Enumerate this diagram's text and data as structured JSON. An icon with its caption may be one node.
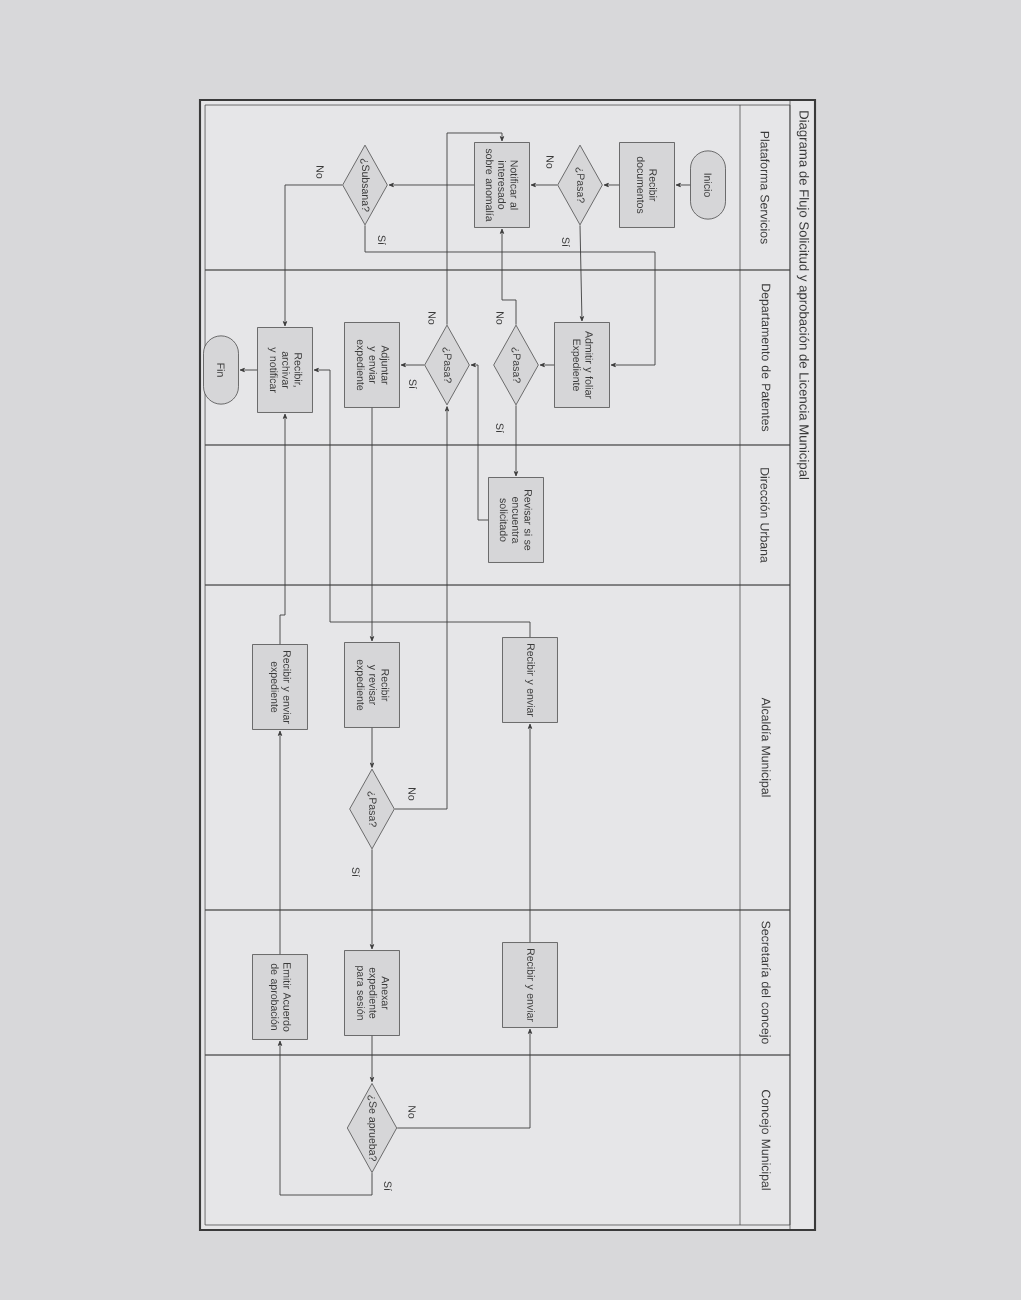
{
  "diagram": {
    "title": "Diagrama de Flujo Solicitud y aprobación de Licencia Municipal",
    "nodes": [
      {
        "text": [
          "Plataforma Servicios"
        ]
      },
      {
        "text": [
          "Departamento de Patentes"
        ]
      },
      {
        "text": [
          "Dirección Urbana"
        ]
      },
      {
        "text": [
          "Alcaldía Municipal"
        ]
      },
      {
        "text": [
          "Secretaría del concejo"
        ]
      },
      {
        "text": [
          "Concejo Municipal"
        ]
      },
      {
        "text": [
          "Inicio"
        ],
        "in": 0
      },
      {
        "text": [
          "Recibir documentos"
        ],
        "in": 0
      },
      {
        "text": [
          "¿Pasa?"
        ],
        "in": 0
      },
      {
        "text": [
          "Notificar al interesado sobre anomalía"
        ],
        "in": 0
      },
      {
        "text": [
          "¿Subsana?"
        ],
        "in": 0
      },
      {
        "text": [
          "Admitir y foliar Expediente"
        ],
        "in": 1
      },
      {
        "text": [
          "¿Pasa?"
        ],
        "in": 1
      },
      {
        "text": [
          "¿Pasa?"
        ],
        "in": 1
      },
      {
        "text": [
          "Adjuntar y enviar expediente"
        ],
        "in": 1
      },
      {
        "text": [
          "Recibir, archivar y notificar"
        ],
        "in": 1
      },
      {
        "text": [
          "Fin"
        ],
        "in": 1
      },
      {
        "text": [
          "Revisar si se encuentra solicitado"
        ],
        "in": 2
      },
      {
        "text": [
          "Recibir y enviar"
        ],
        "in": 3
      },
      {
        "text": [
          "Recibir y revisar expediente"
        ],
        "in": 3
      },
      {
        "text": [
          "¿Pasa?"
        ],
        "in": 3
      },
      {
        "text": [
          "Recibir y enviar expediente"
        ],
        "in": 3
      },
      {
        "text": [
          "Recibir y enviar"
        ],
        "in": 4
      },
      {
        "text": [
          "Anexar expediente para sesión"
        ],
        "in": 4
      },
      {
        "text": [
          "Emitir Acuerdo de aprobación"
        ],
        "in": 4
      },
      {
        "text": [
          "¿Se aprueba?"
        ],
        "in": 5
      }
    ],
    "edges": [
      {
        "from": 6,
        "to": 7,
        "arrow": "to"
      },
      {
        "from": 7,
        "to": 8,
        "arrow": "to"
      },
      {
        "from": 8,
        "to": 9,
        "arrow": "to",
        "label": "No"
      },
      {
        "from": 8,
        "to": 11,
        "arrow": "to",
        "label": "Sí"
      },
      {
        "from": 9,
        "to": 10,
        "arrow": "to"
      },
      {
        "from": 10,
        "to": 15,
        "arrow": "to",
        "label": "No"
      },
      {
        "from": 10,
        "to": 11,
        "arrow": "to",
        "label": "Sí"
      },
      {
        "from": 11,
        "to": 12,
        "arrow": "to"
      },
      {
        "from": 12,
        "to": 9,
        "arrow": "to",
        "label": "No"
      },
      {
        "from": 12,
        "to": 17,
        "arrow": "to",
        "label": "Sí"
      },
      {
        "from": 17,
        "to": 13,
        "arrow": "to"
      },
      {
        "from": 13,
        "to": 9,
        "arrow": "to",
        "label": "No"
      },
      {
        "from": 13,
        "to": 14,
        "arrow": "to",
        "label": "Sí"
      },
      {
        "from": 14,
        "to": 19,
        "arrow": "to"
      },
      {
        "from": 18,
        "to": 15,
        "arrow": "to"
      },
      {
        "from": 19,
        "to": 20,
        "arrow": "to"
      },
      {
        "from": 20,
        "to": 13,
        "arrow": "to",
        "label": "No"
      },
      {
        "from": 20,
        "to": 23,
        "arrow": "to",
        "label": "Sí"
      },
      {
        "from": 23,
        "to": 25,
        "arrow": "to"
      },
      {
        "from": 25,
        "to": 22,
        "arrow": "to",
        "label": "No"
      },
      {
        "from": 22,
        "to": 18,
        "arrow": "to"
      },
      {
        "from": 25,
        "to": 24,
        "arrow": "to",
        "label": "Sí"
      },
      {
        "from": 24,
        "to": 21,
        "arrow": "to"
      },
      {
        "from": 21,
        "to": 15,
        "arrow": "to"
      },
      {
        "from": 15,
        "to": 16,
        "arrow": "to"
      }
    ]
  }
}
